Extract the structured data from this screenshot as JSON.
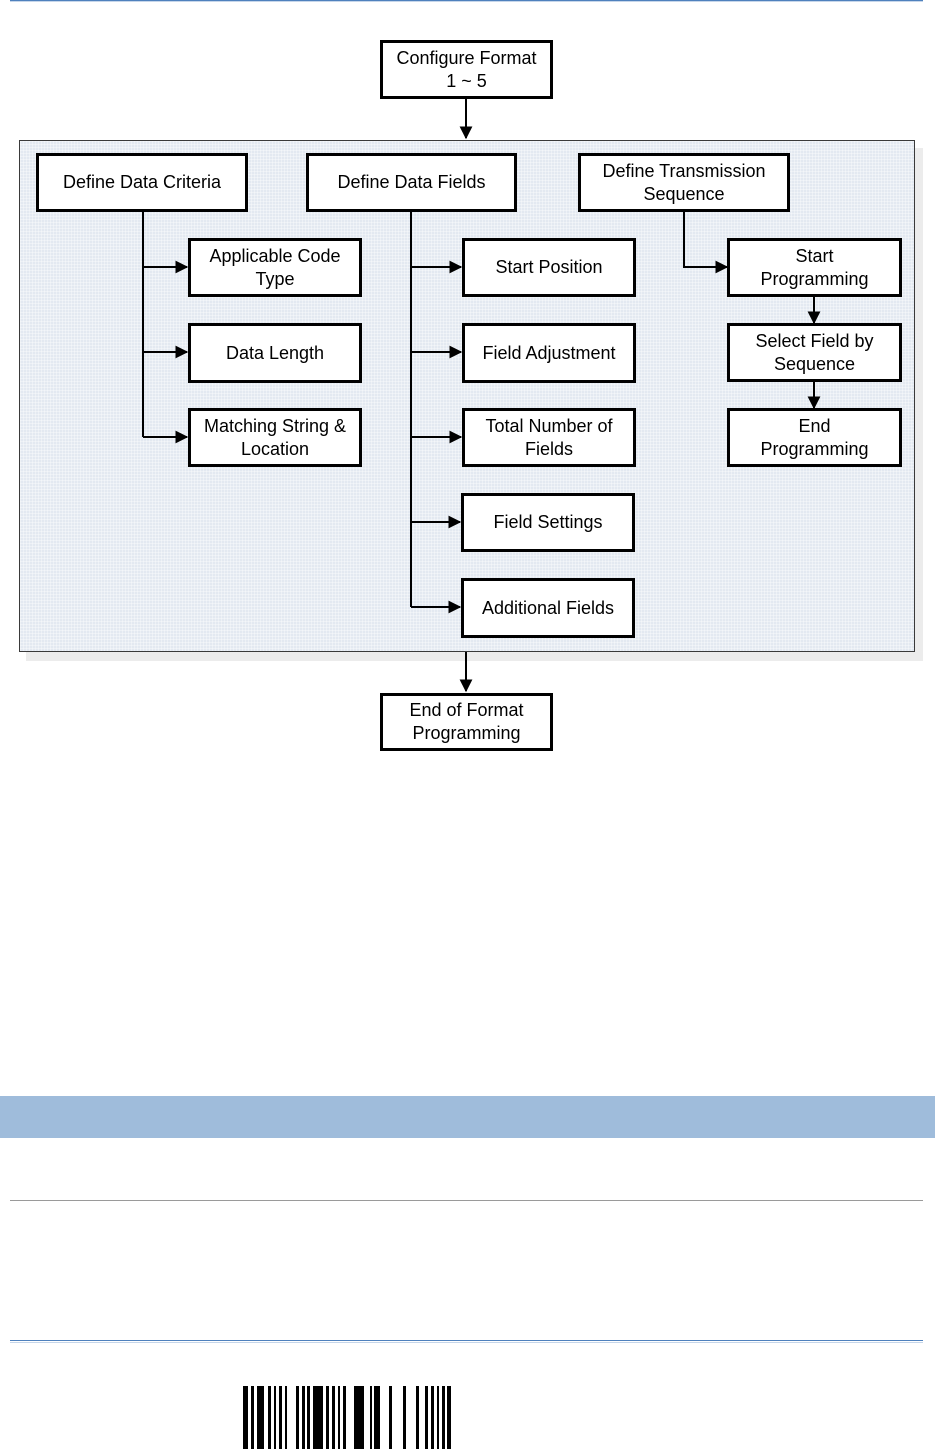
{
  "diagram": {
    "start_box": {
      "line1": "Configure Format",
      "line2": "1 ~ 5"
    },
    "end_box": {
      "line1": "End of Format",
      "line2": "Programming"
    },
    "criteria": {
      "title": "Define Data Criteria",
      "items": [
        {
          "line1": "Applicable Code",
          "line2": "Type"
        },
        {
          "line1": "Data Length",
          "line2": ""
        },
        {
          "line1": "Matching String &",
          "line2": "Location"
        }
      ]
    },
    "fields": {
      "title": "Define Data Fields",
      "items": [
        {
          "line1": "Start Position",
          "line2": ""
        },
        {
          "line1": "Field Adjustment",
          "line2": ""
        },
        {
          "line1": "Total Number of",
          "line2": "Fields"
        },
        {
          "line1": "Field Settings",
          "line2": ""
        },
        {
          "line1": "Additional Fields",
          "line2": ""
        }
      ]
    },
    "sequence": {
      "title_line1": "Define Transmission",
      "title_line2": "Sequence",
      "steps": [
        {
          "line1": "Start",
          "line2": "Programming"
        },
        {
          "line1": "Select Field by",
          "line2": "Sequence"
        },
        {
          "line1": "End",
          "line2": "Programming"
        }
      ]
    }
  },
  "colors": {
    "panel_fill": "#e3e9f1",
    "band": "#9fbcdb",
    "rule_blue": "#4f81bd"
  }
}
